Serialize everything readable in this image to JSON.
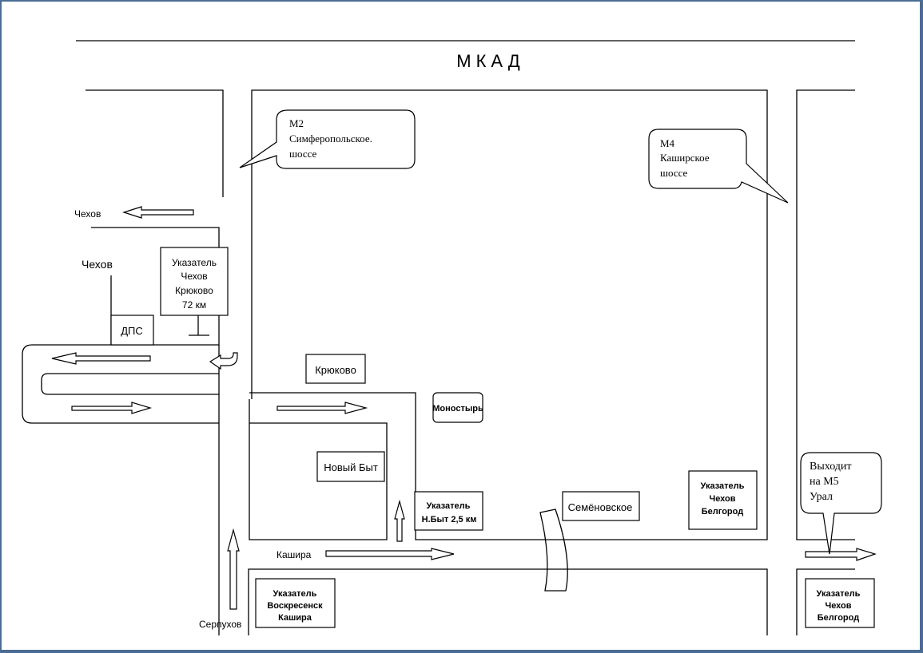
{
  "title": "МКАД",
  "callouts": {
    "m2_line1": "М2",
    "m2_line2": "Симферопольское.",
    "m2_line3": "шоссе",
    "m4_line1": "М4",
    "m4_line2": "Каширское",
    "m4_line3": "шоссе",
    "m5_line1": "Выходит",
    "m5_line2": "на М5",
    "m5_line3": "Урал"
  },
  "road_labels": {
    "chekhov_top": "Чехов",
    "chekhov_mid": "Чехов",
    "kashira": "Кашира",
    "serpukhov": "Серпухов"
  },
  "sign_chekhov_kryukovo": {
    "line1": "Указатель",
    "line2": "Чехов",
    "line3": "Крюково",
    "line4": "72 км"
  },
  "dps": "ДПС",
  "kryukovo": "Крюково",
  "monostyr": "Моностырь",
  "novy_byt": "Новый Быт",
  "sign_nbyt": {
    "line1": "Указатель",
    "line2": "Н.Быт 2,5 км"
  },
  "semenovskoe": "Семёновское",
  "sign_chekhov_belgorod_1": {
    "line1": "Указатель",
    "line2": "Чехов",
    "line3": "Белгород"
  },
  "sign_voskresensk": {
    "line1": "Указатель",
    "line2": "Воскресенск",
    "line3": "Кашира"
  },
  "sign_chekhov_belgorod_2": {
    "line1": "Указатель",
    "line2": "Чехов",
    "line3": "Белгород"
  }
}
